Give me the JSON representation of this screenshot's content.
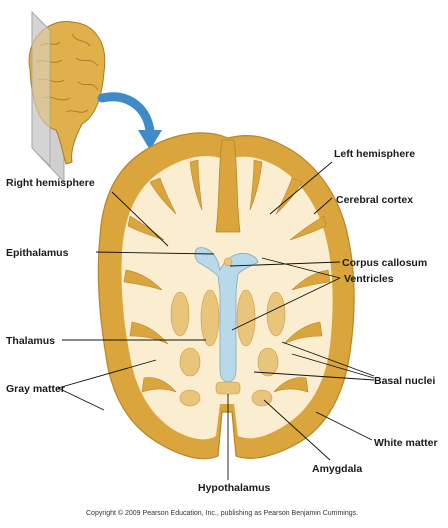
{
  "labels": {
    "left_hemisphere": "Left hemisphere",
    "right_hemisphere": "Right hemisphere",
    "cerebral_cortex": "Cerebral cortex",
    "epithalamus": "Epithalamus",
    "corpus_callosum": "Corpus callosum",
    "ventricles": "Ventricles",
    "thalamus": "Thalamus",
    "gray_matter": "Gray matter",
    "basal_nuclei": "Basal nuclei",
    "white_matter": "White matter",
    "hypothalamus": "Hypothalamus",
    "amygdala": "Amygdala"
  },
  "copyright": "Copyright © 2009 Pearson Education, Inc., publishing as Pearson Benjamin Cummings.",
  "colors": {
    "cortex": "#d9a53c",
    "cortex_edge": "#b9842a",
    "white_matter": "#fbeed0",
    "ventricles": "#b7d9ea",
    "arrow": "#3f8bc9",
    "plane": "#c8c8c8"
  }
}
